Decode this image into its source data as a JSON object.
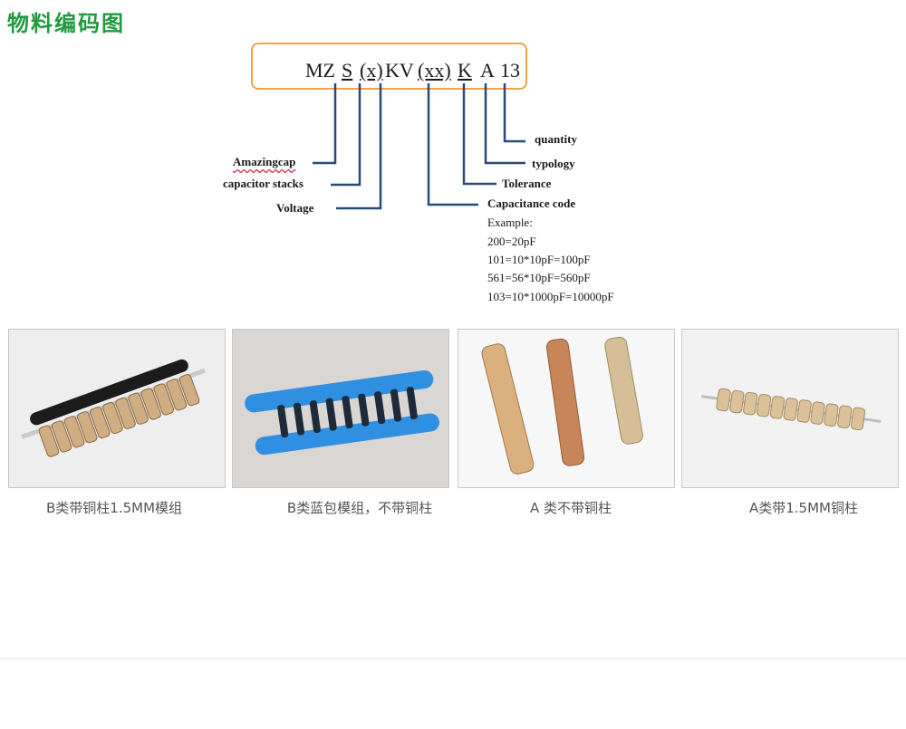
{
  "title": "物料编码图",
  "code": {
    "segments": [
      "MZ",
      "S",
      "(x)",
      "KV",
      "(xx)",
      "K",
      "A",
      "13"
    ]
  },
  "legend": {
    "quantity": "quantity",
    "typology": "typology",
    "tolerance": "Tolerance",
    "capacitance_code": "Capacitance code",
    "amazingcap": "Amazingcap",
    "capacitor_stacks": "capacitor stacks",
    "voltage": "Voltage"
  },
  "example": {
    "heading": "Example:",
    "lines": [
      "200=20pF",
      "101=10*10pF=100pF",
      "561=56*10pF=560pF",
      "103=10*1000pF=10000pF"
    ]
  },
  "products": [
    {
      "caption": "B类带铜柱1.5MM模组",
      "icon": "capacitor-module-copper-photo"
    },
    {
      "caption": "B类蓝包模组，不带铜柱",
      "icon": "capacitor-module-blue-photo"
    },
    {
      "caption": "A 类不带铜柱",
      "icon": "capacitor-stack-no-copper-photo"
    },
    {
      "caption": "A类带1.5MM铜柱",
      "icon": "capacitor-stack-copper-photo"
    }
  ],
  "colors": {
    "title": "#1f9a3f",
    "box_border": "#f1a14d",
    "leader_line": "#2a4a7a",
    "spellcheck": "#d2303a"
  }
}
